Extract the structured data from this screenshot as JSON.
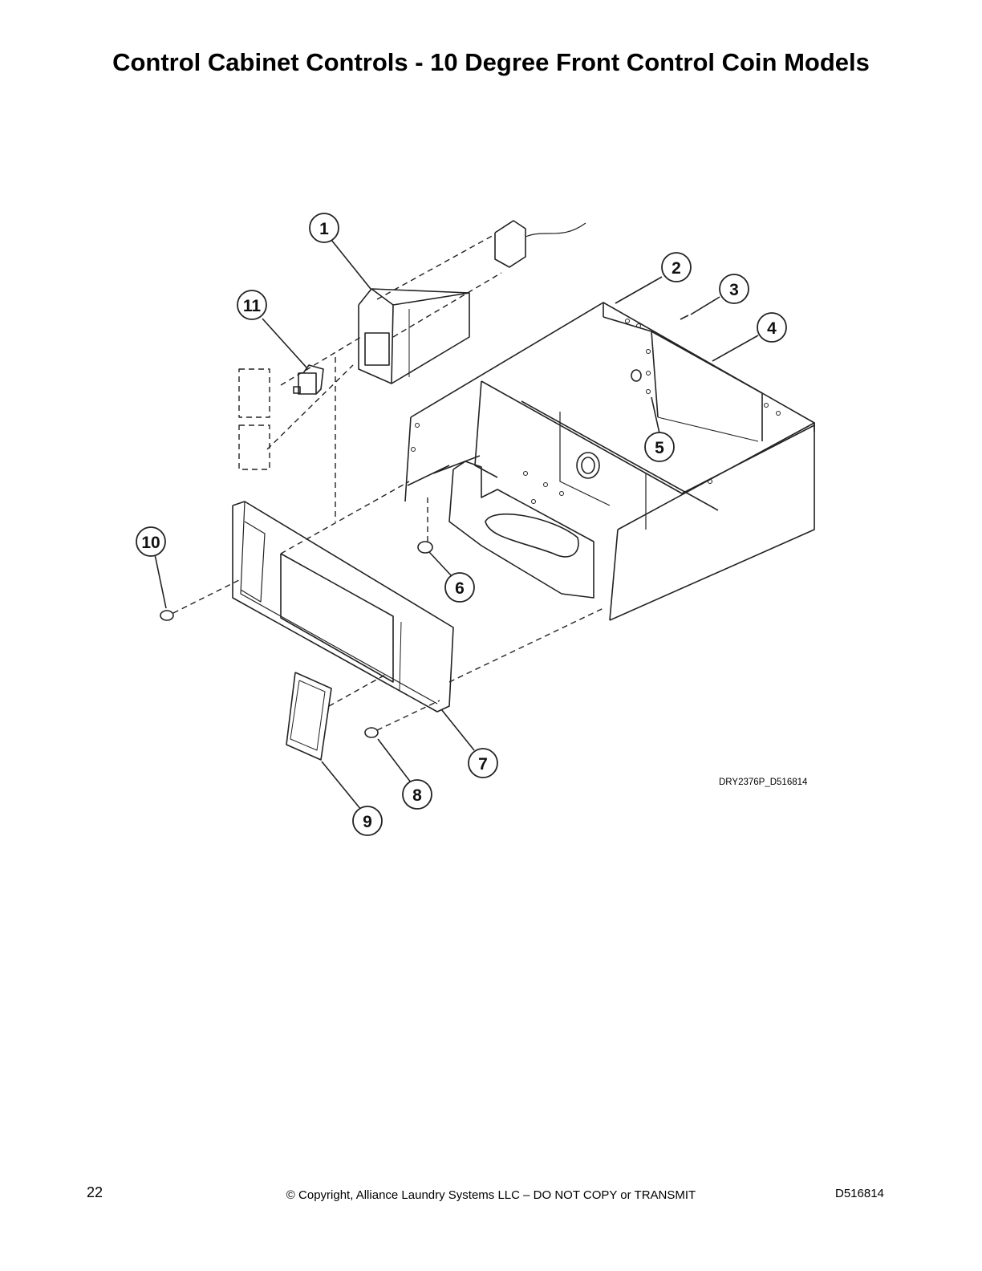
{
  "header": {
    "title": "Control Cabinet Controls - 10 Degree Front Control Coin Models"
  },
  "diagram": {
    "figure_id": "DRY2376P_D516814",
    "callouts": [
      "1",
      "2",
      "3",
      "4",
      "5",
      "6",
      "7",
      "8",
      "9",
      "10",
      "11"
    ]
  },
  "footer": {
    "page_number": "22",
    "copyright": "© Copyright, Alliance Laundry Systems LLC – DO NOT COPY or TRANSMIT",
    "doc_code": "D516814"
  }
}
